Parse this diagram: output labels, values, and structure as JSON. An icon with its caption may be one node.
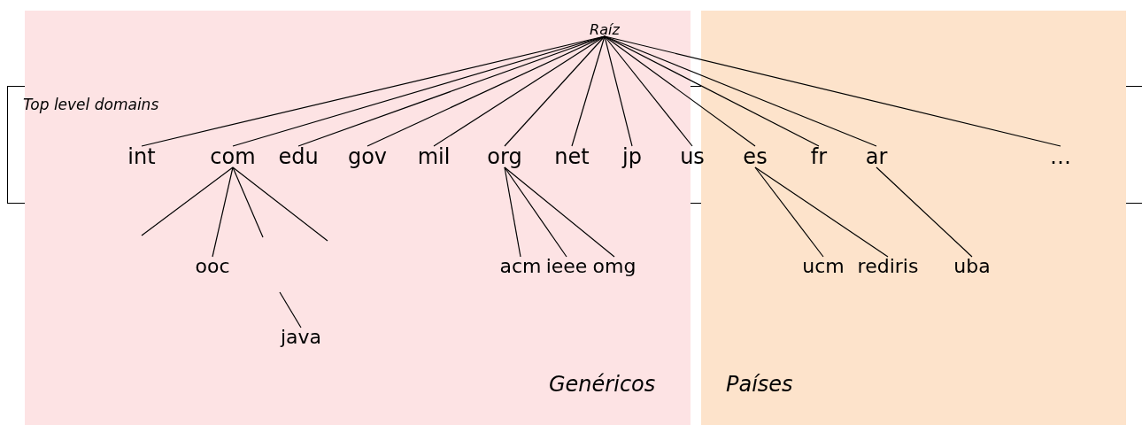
{
  "diagram": {
    "nodes": [
      {
        "text": [
          "Genéricos"
        ]
      },
      {
        "text": [
          "Países"
        ]
      },
      {
        "text": [
          "Raíz"
        ],
        "in": 0
      },
      {
        "text": [
          "int"
        ],
        "in": 0
      },
      {
        "text": [
          "com"
        ],
        "in": 0
      },
      {
        "text": [
          "edu"
        ],
        "in": 0
      },
      {
        "text": [
          "gov"
        ],
        "in": 0
      },
      {
        "text": [
          "mil"
        ],
        "in": 0
      },
      {
        "text": [
          "org"
        ],
        "in": 0
      },
      {
        "text": [
          "net"
        ],
        "in": 0
      },
      {
        "text": [
          "jp"
        ],
        "in": 0
      },
      {
        "text": [
          "us"
        ]
      },
      {
        "text": [
          "es"
        ],
        "in": 1
      },
      {
        "text": [
          "fr"
        ],
        "in": 1
      },
      {
        "text": [
          "ar"
        ],
        "in": 1
      },
      {
        "text": [
          "…"
        ],
        "in": 1
      },
      {
        "text": [
          "ooc"
        ],
        "in": 0
      },
      {
        "text": [
          "java"
        ],
        "in": 0
      },
      {
        "text": [
          "acm"
        ],
        "in": 0
      },
      {
        "text": [
          "ieee"
        ],
        "in": 0
      },
      {
        "text": [
          "omg"
        ],
        "in": 0
      },
      {
        "text": [
          "ucm"
        ],
        "in": 1
      },
      {
        "text": [
          "rediris"
        ],
        "in": 1
      },
      {
        "text": [
          "uba"
        ],
        "in": 1
      }
    ],
    "edges": [
      {
        "from": 2,
        "to": 3,
        "arrow": "none"
      },
      {
        "from": 2,
        "to": 4,
        "arrow": "none"
      },
      {
        "from": 2,
        "to": 5,
        "arrow": "none"
      },
      {
        "from": 2,
        "to": 6,
        "arrow": "none"
      },
      {
        "from": 2,
        "to": 7,
        "arrow": "none"
      },
      {
        "from": 2,
        "to": 8,
        "arrow": "none"
      },
      {
        "from": 2,
        "to": 9,
        "arrow": "none"
      },
      {
        "from": 2,
        "to": 10,
        "arrow": "none"
      },
      {
        "from": 2,
        "to": 11,
        "arrow": "none"
      },
      {
        "from": 2,
        "to": 12,
        "arrow": "none"
      },
      {
        "from": 2,
        "to": 13,
        "arrow": "none"
      },
      {
        "from": 2,
        "to": 14,
        "arrow": "none"
      },
      {
        "from": 2,
        "to": 15,
        "arrow": "none"
      },
      {
        "from": 4,
        "to": null,
        "arrow": "none"
      },
      {
        "from": 4,
        "to": 16,
        "arrow": "none"
      },
      {
        "from": 4,
        "to": null,
        "arrow": "none"
      },
      {
        "from": 4,
        "to": null,
        "arrow": "none"
      },
      {
        "from": null,
        "to": 17,
        "arrow": "none"
      },
      {
        "from": 8,
        "to": 18,
        "arrow": "none"
      },
      {
        "from": 8,
        "to": 19,
        "arrow": "none"
      },
      {
        "from": 8,
        "to": 20,
        "arrow": "none"
      },
      {
        "from": 12,
        "to": 21,
        "arrow": "none"
      },
      {
        "from": 12,
        "to": 22,
        "arrow": "none"
      },
      {
        "from": 14,
        "to": 23,
        "arrow": "none"
      }
    ],
    "labels": [
      "Top level domains"
    ]
  }
}
